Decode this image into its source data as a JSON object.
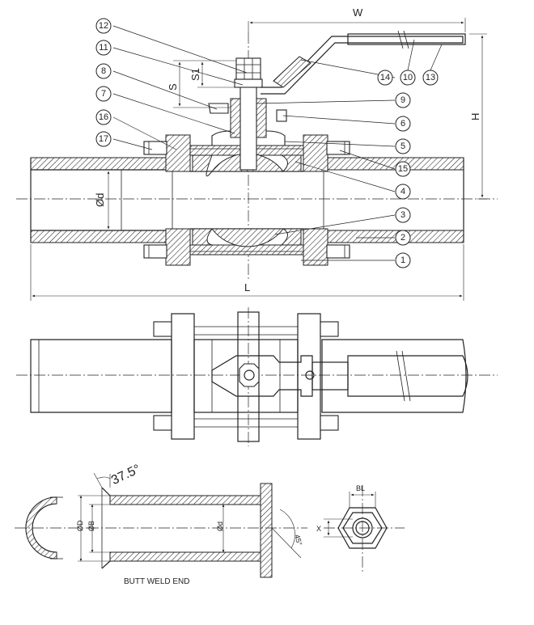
{
  "dimensions": {
    "W": "W",
    "H": "H",
    "L": "L",
    "S": "S",
    "S1": "S1",
    "d": "Ød",
    "D": "ØD",
    "B": "ØB",
    "BL": "BL",
    "X": "X",
    "weld_angle": "37.5°",
    "bevel_angle": "45°"
  },
  "part_numbers": [
    "1",
    "2",
    "3",
    "4",
    "5",
    "6",
    "7",
    "8",
    "9",
    "10",
    "11",
    "12",
    "13",
    "14",
    "15",
    "16",
    "17"
  ],
  "captions": {
    "butt_weld_end": "BUTT WELD END"
  }
}
